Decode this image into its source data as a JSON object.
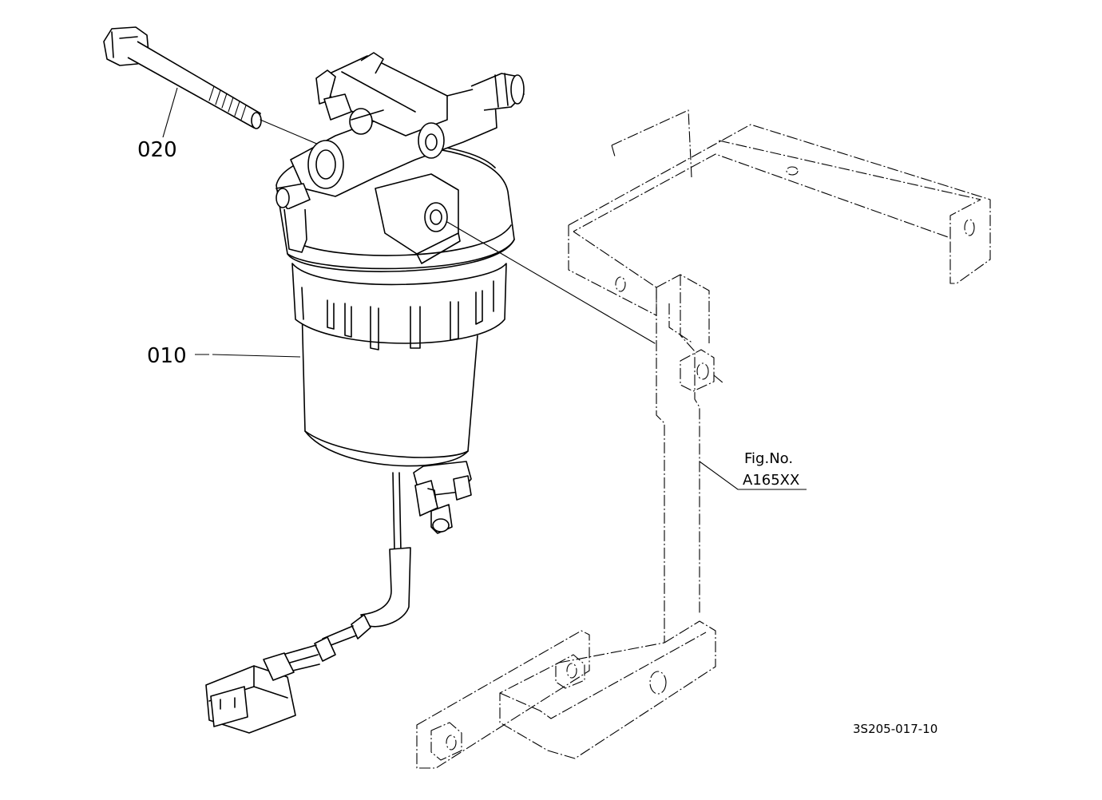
{
  "callouts": {
    "part_010": "010",
    "part_020": "020"
  },
  "figure_ref": {
    "line1": "Fig.No.",
    "line2": "A165XX"
  },
  "drawing_code": "3S205-017-10",
  "colors": {
    "line": "#000000",
    "background": "#ffffff"
  }
}
